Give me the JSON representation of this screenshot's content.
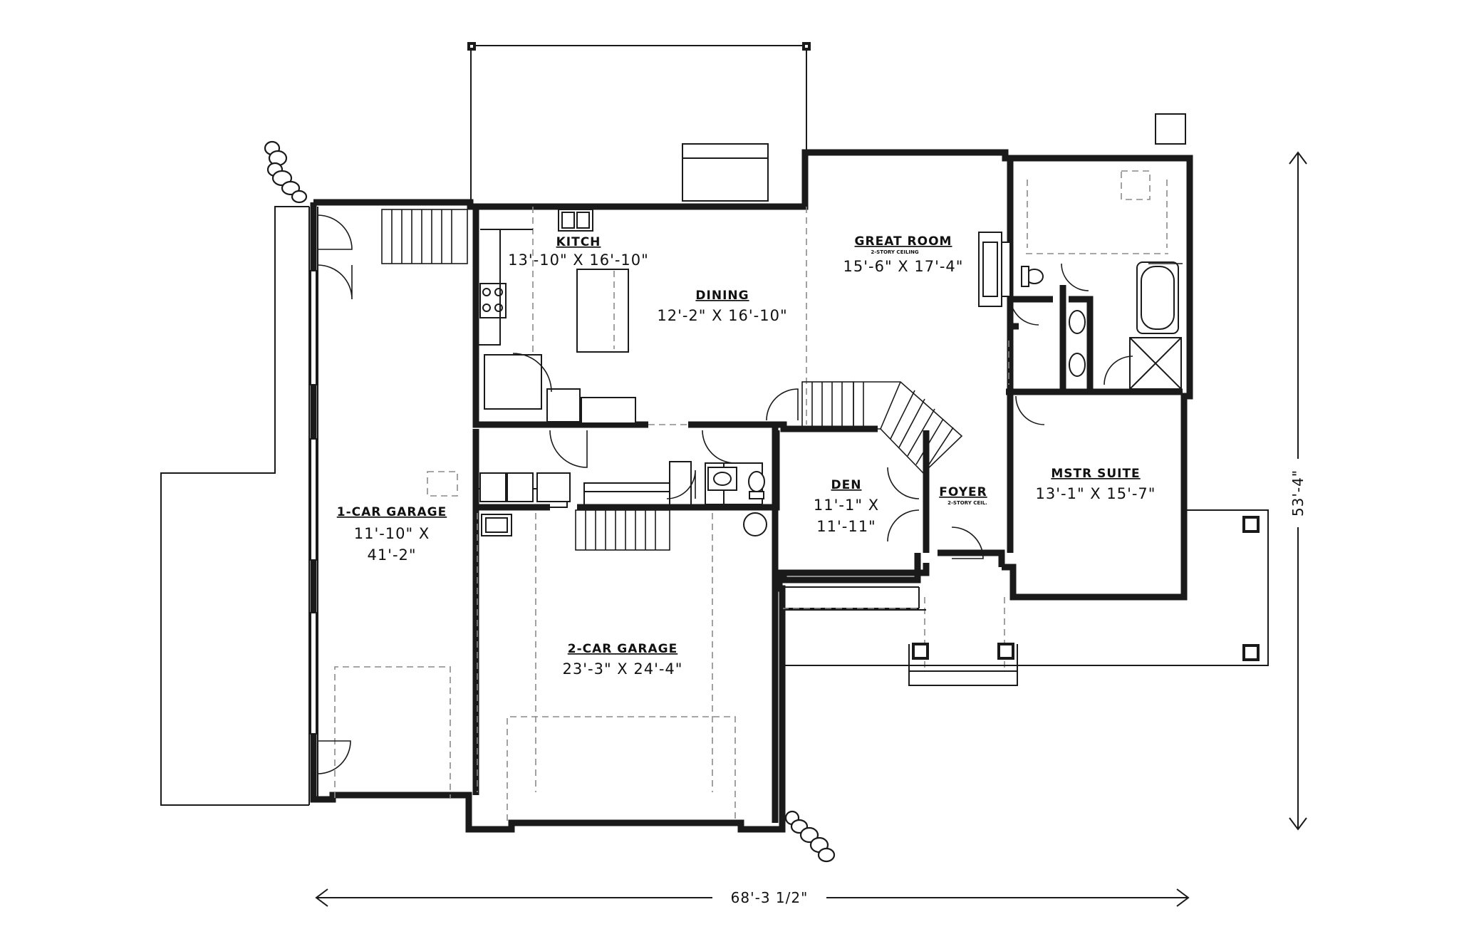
{
  "rooms": {
    "kitchen": {
      "name": "KITCH",
      "dim": "13'-10\" X 16'-10\""
    },
    "dining": {
      "name": "DINING",
      "dim": "12'-2\" X 16'-10\""
    },
    "great_room": {
      "name": "GREAT ROOM",
      "sub": "2-STORY CEILING",
      "dim": "15'-6\" X 17'-4\""
    },
    "one_car_garage": {
      "name": "1-CAR GARAGE",
      "dim_line1": "11'-10\" X",
      "dim_line2": "41'-2\""
    },
    "two_car_garage": {
      "name": "2-CAR GARAGE",
      "dim": "23'-3\" X 24'-4\""
    },
    "den": {
      "name": "DEN",
      "dim_line1": "11'-1\" X",
      "dim_line2": "11'-11\""
    },
    "foyer": {
      "name": "FOYER",
      "sub": "2-STORY CEIL."
    },
    "master_suite": {
      "name": "MSTR SUITE",
      "dim": "13'-1\" X 15'-7\""
    }
  },
  "overall": {
    "width": "68'-3 1/2\"",
    "depth": "53'-4\""
  }
}
